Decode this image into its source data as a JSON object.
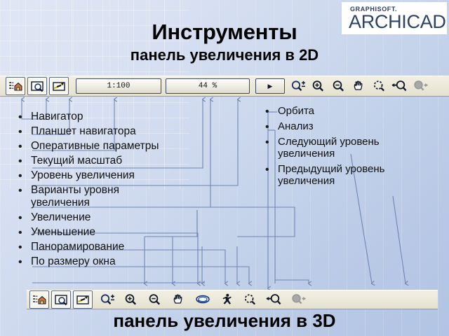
{
  "logo": {
    "brand_top": "GRAPHISOFT.",
    "brand_main": "ARCHICAD",
    "color": "#2c4268"
  },
  "titles": {
    "main": "Инструменты",
    "sub": "панель увеличения в 2D",
    "bottom": "панель увеличения в 3D"
  },
  "toolbar_2d": {
    "name": "панель увеличения в 2D",
    "buttons": [
      {
        "icon": "navigator-icon",
        "label": "Навигатор",
        "framed": true
      },
      {
        "icon": "navigator-preview-icon",
        "label": "Планшет навигатора",
        "framed": true
      },
      {
        "icon": "quick-options-icon",
        "label": "Оперативные параметры",
        "framed": true
      }
    ],
    "scale_field": {
      "label": "Текущий масштаб",
      "value": "1:100"
    },
    "zoom_field": {
      "label": "Уровень увеличения",
      "value": "44 %"
    },
    "dropdown": {
      "label": "Варианты уровня увеличения",
      "glyph": "▶"
    },
    "zoom_buttons": [
      {
        "icon": "zoom-plusminus-icon",
        "label": "Варианты уровня увеличения"
      },
      {
        "icon": "zoom-in-icon",
        "label": "Увеличение"
      },
      {
        "icon": "zoom-out-icon",
        "label": "Уменьшение"
      },
      {
        "icon": "pan-hand-icon",
        "label": "Панорамирование"
      },
      {
        "icon": "fit-in-window-icon",
        "label": "По размеру окна"
      },
      {
        "icon": "previous-zoom-icon",
        "label": "Предыдущий уровень увеличения"
      },
      {
        "icon": "next-zoom-icon",
        "label": "Следующий уровень увеличения",
        "disabled": true
      }
    ]
  },
  "toolbar_3d": {
    "name": "панель увеличения в 3D",
    "buttons": [
      {
        "icon": "navigator-icon",
        "label": "Навигатор",
        "framed": true
      },
      {
        "icon": "navigator-preview-icon",
        "label": "Планшет навигатора",
        "framed": true
      },
      {
        "icon": "quick-options-icon",
        "label": "Оперативные параметры",
        "framed": true
      },
      {
        "icon": "zoom-plusminus-icon",
        "label": "Варианты уровня увеличения"
      },
      {
        "icon": "zoom-in-icon",
        "label": "Увеличение"
      },
      {
        "icon": "zoom-out-icon",
        "label": "Уменьшение"
      },
      {
        "icon": "pan-hand-icon",
        "label": "Панорамирование"
      },
      {
        "icon": "orbit-icon",
        "label": "Орбита"
      },
      {
        "icon": "explore-walk-icon",
        "label": "Анализ"
      },
      {
        "icon": "fit-in-window-icon",
        "label": "По размеру окна"
      },
      {
        "icon": "previous-zoom-icon",
        "label": "Предыдущий уровень увеличения"
      },
      {
        "icon": "next-zoom-icon",
        "label": "Следующий уровень увеличения",
        "disabled": true
      }
    ]
  },
  "list_left": {
    "items": [
      "Навигатор",
      "Планшет навигатора",
      "Оперативные параметры",
      "Текущий масштаб",
      "Уровень увеличения",
      "Варианты уровня увеличения",
      "Увеличение",
      "Уменьшение",
      "Панорамирование",
      "По размеру окна"
    ]
  },
  "list_right": {
    "items": [
      "Орбита",
      "Анализ",
      "Следующий уровень увеличения",
      "Предыдущий уровень увеличения"
    ]
  },
  "bullet_glyph": "•",
  "theme": {
    "background_top": "#dfe6f5",
    "background_bottom": "#b2c4e4",
    "connector_line": "#6f86b4",
    "toolbar_face": "#ece9da",
    "icon_dark": "#101828"
  }
}
